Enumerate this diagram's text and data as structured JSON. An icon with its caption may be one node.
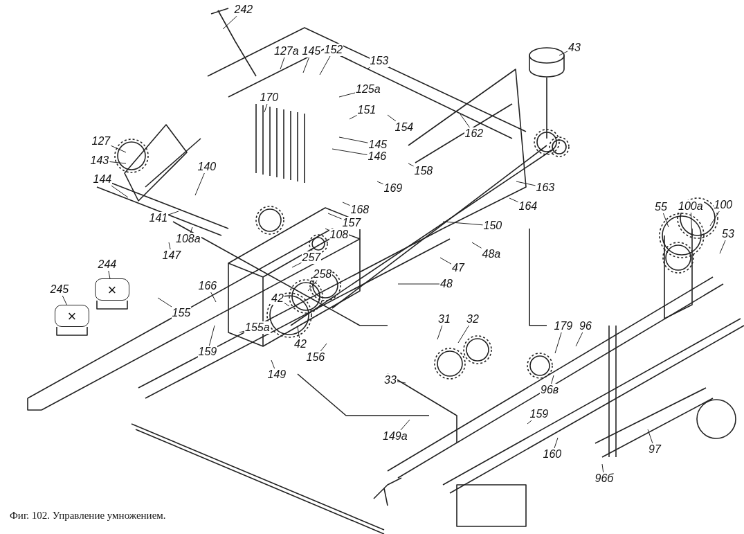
{
  "diagram": {
    "caption": "Фиг. 102. Управление умножением.",
    "nodes": [
      {
        "text": [
          "242"
        ]
      },
      {
        "text": [
          "127а"
        ]
      },
      {
        "text": [
          "145"
        ]
      },
      {
        "text": [
          "152"
        ]
      },
      {
        "text": [
          "153"
        ]
      },
      {
        "text": [
          "125а"
        ]
      },
      {
        "text": [
          "170"
        ]
      },
      {
        "text": [
          "151"
        ]
      },
      {
        "text": [
          "154"
        ]
      },
      {
        "text": [
          "145"
        ]
      },
      {
        "text": [
          "146"
        ]
      },
      {
        "text": [
          "162"
        ]
      },
      {
        "text": [
          "43"
        ]
      },
      {
        "text": [
          "127"
        ]
      },
      {
        "text": [
          "143"
        ]
      },
      {
        "text": [
          "144"
        ]
      },
      {
        "text": [
          "140"
        ]
      },
      {
        "text": [
          "141"
        ]
      },
      {
        "text": [
          "158"
        ]
      },
      {
        "text": [
          "169"
        ]
      },
      {
        "text": [
          "168"
        ]
      },
      {
        "text": [
          "163"
        ]
      },
      {
        "text": [
          "164"
        ]
      },
      {
        "text": [
          "157"
        ]
      },
      {
        "text": [
          "150"
        ]
      },
      {
        "text": [
          "108а"
        ]
      },
      {
        "text": [
          "108"
        ]
      },
      {
        "text": [
          "147"
        ]
      },
      {
        "text": [
          "48а"
        ]
      },
      {
        "text": [
          "47"
        ]
      },
      {
        "text": [
          "55"
        ]
      },
      {
        "text": [
          "100а"
        ]
      },
      {
        "text": [
          "100"
        ]
      },
      {
        "text": [
          "53"
        ]
      },
      {
        "text": [
          "48"
        ]
      },
      {
        "text": [
          "244"
        ]
      },
      {
        "text": [
          "245"
        ]
      },
      {
        "text": [
          "257"
        ]
      },
      {
        "text": [
          "258"
        ]
      },
      {
        "text": [
          "42"
        ]
      },
      {
        "text": [
          "166"
        ]
      },
      {
        "text": [
          "155"
        ]
      },
      {
        "text": [
          "155а"
        ]
      },
      {
        "text": [
          "42"
        ]
      },
      {
        "text": [
          "159"
        ]
      },
      {
        "text": [
          "156"
        ]
      },
      {
        "text": [
          "149"
        ]
      },
      {
        "text": [
          "31"
        ]
      },
      {
        "text": [
          "32"
        ]
      },
      {
        "text": [
          "179"
        ]
      },
      {
        "text": [
          "96"
        ]
      },
      {
        "text": [
          "33"
        ]
      },
      {
        "text": [
          "96в"
        ]
      },
      {
        "text": [
          "149а"
        ]
      },
      {
        "text": [
          "159"
        ]
      },
      {
        "text": [
          "160"
        ]
      },
      {
        "text": [
          "97"
        ]
      },
      {
        "text": [
          "96б"
        ]
      },
      {
        "text": [
          "×"
        ]
      },
      {
        "text": [
          "×"
        ]
      }
    ],
    "edges": [
      {
        "from": 0,
        "to": null,
        "arrow": "none"
      },
      {
        "from": 1,
        "to": null,
        "arrow": "none"
      },
      {
        "from": 2,
        "to": null,
        "arrow": "none"
      },
      {
        "from": 3,
        "to": null,
        "arrow": "none"
      },
      {
        "from": 4,
        "to": null,
        "arrow": "none"
      },
      {
        "from": 5,
        "to": null,
        "arrow": "none"
      },
      {
        "from": 6,
        "to": null,
        "arrow": "none"
      },
      {
        "from": 7,
        "to": null,
        "arrow": "none"
      },
      {
        "from": 8,
        "to": null,
        "arrow": "none"
      },
      {
        "from": 9,
        "to": null,
        "arrow": "none"
      },
      {
        "from": 10,
        "to": null,
        "arrow": "none"
      },
      {
        "from": 11,
        "to": null,
        "arrow": "none"
      },
      {
        "from": 12,
        "to": null,
        "arrow": "none"
      },
      {
        "from": 13,
        "to": null,
        "arrow": "none"
      },
      {
        "from": 14,
        "to": null,
        "arrow": "none"
      },
      {
        "from": 15,
        "to": null,
        "arrow": "none"
      },
      {
        "from": 16,
        "to": null,
        "arrow": "none"
      },
      {
        "from": 17,
        "to": null,
        "arrow": "none"
      },
      {
        "from": 18,
        "to": null,
        "arrow": "none"
      },
      {
        "from": 19,
        "to": null,
        "arrow": "none"
      },
      {
        "from": 20,
        "to": null,
        "arrow": "none"
      },
      {
        "from": 21,
        "to": null,
        "arrow": "none"
      },
      {
        "from": 22,
        "to": null,
        "arrow": "none"
      },
      {
        "from": 23,
        "to": null,
        "arrow": "none"
      },
      {
        "from": 24,
        "to": null,
        "arrow": "none"
      },
      {
        "from": 25,
        "to": null,
        "arrow": "none"
      },
      {
        "from": 26,
        "to": null,
        "arrow": "none"
      },
      {
        "from": 27,
        "to": null,
        "arrow": "none"
      },
      {
        "from": 28,
        "to": null,
        "arrow": "none"
      },
      {
        "from": 29,
        "to": null,
        "arrow": "none"
      },
      {
        "from": 30,
        "to": null,
        "arrow": "none"
      },
      {
        "from": 31,
        "to": null,
        "arrow": "none"
      },
      {
        "from": 32,
        "to": null,
        "arrow": "none"
      },
      {
        "from": 33,
        "to": null,
        "arrow": "none"
      },
      {
        "from": 34,
        "to": null,
        "arrow": "none"
      },
      {
        "from": 35,
        "to": 59,
        "arrow": "none"
      },
      {
        "from": 36,
        "to": 58,
        "arrow": "none"
      },
      {
        "from": 37,
        "to": null,
        "arrow": "none"
      },
      {
        "from": 38,
        "to": null,
        "arrow": "none"
      },
      {
        "from": 39,
        "to": null,
        "arrow": "none"
      },
      {
        "from": 40,
        "to": null,
        "arrow": "none"
      },
      {
        "from": 41,
        "to": null,
        "arrow": "none"
      },
      {
        "from": 42,
        "to": null,
        "arrow": "none"
      },
      {
        "from": 43,
        "to": null,
        "arrow": "none"
      },
      {
        "from": 44,
        "to": null,
        "arrow": "none"
      },
      {
        "from": 45,
        "to": null,
        "arrow": "none"
      },
      {
        "from": 46,
        "to": null,
        "arrow": "none"
      },
      {
        "from": 47,
        "to": null,
        "arrow": "none"
      },
      {
        "from": 48,
        "to": null,
        "arrow": "none"
      },
      {
        "from": 49,
        "to": null,
        "arrow": "none"
      },
      {
        "from": 50,
        "to": null,
        "arrow": "none"
      },
      {
        "from": 51,
        "to": null,
        "arrow": "none"
      },
      {
        "from": 52,
        "to": null,
        "arrow": "none"
      },
      {
        "from": 53,
        "to": null,
        "arrow": "none"
      },
      {
        "from": 54,
        "to": null,
        "arrow": "none"
      },
      {
        "from": 55,
        "to": null,
        "arrow": "none"
      },
      {
        "from": 56,
        "to": null,
        "arrow": "none"
      },
      {
        "from": 57,
        "to": null,
        "arrow": "none"
      }
    ]
  }
}
